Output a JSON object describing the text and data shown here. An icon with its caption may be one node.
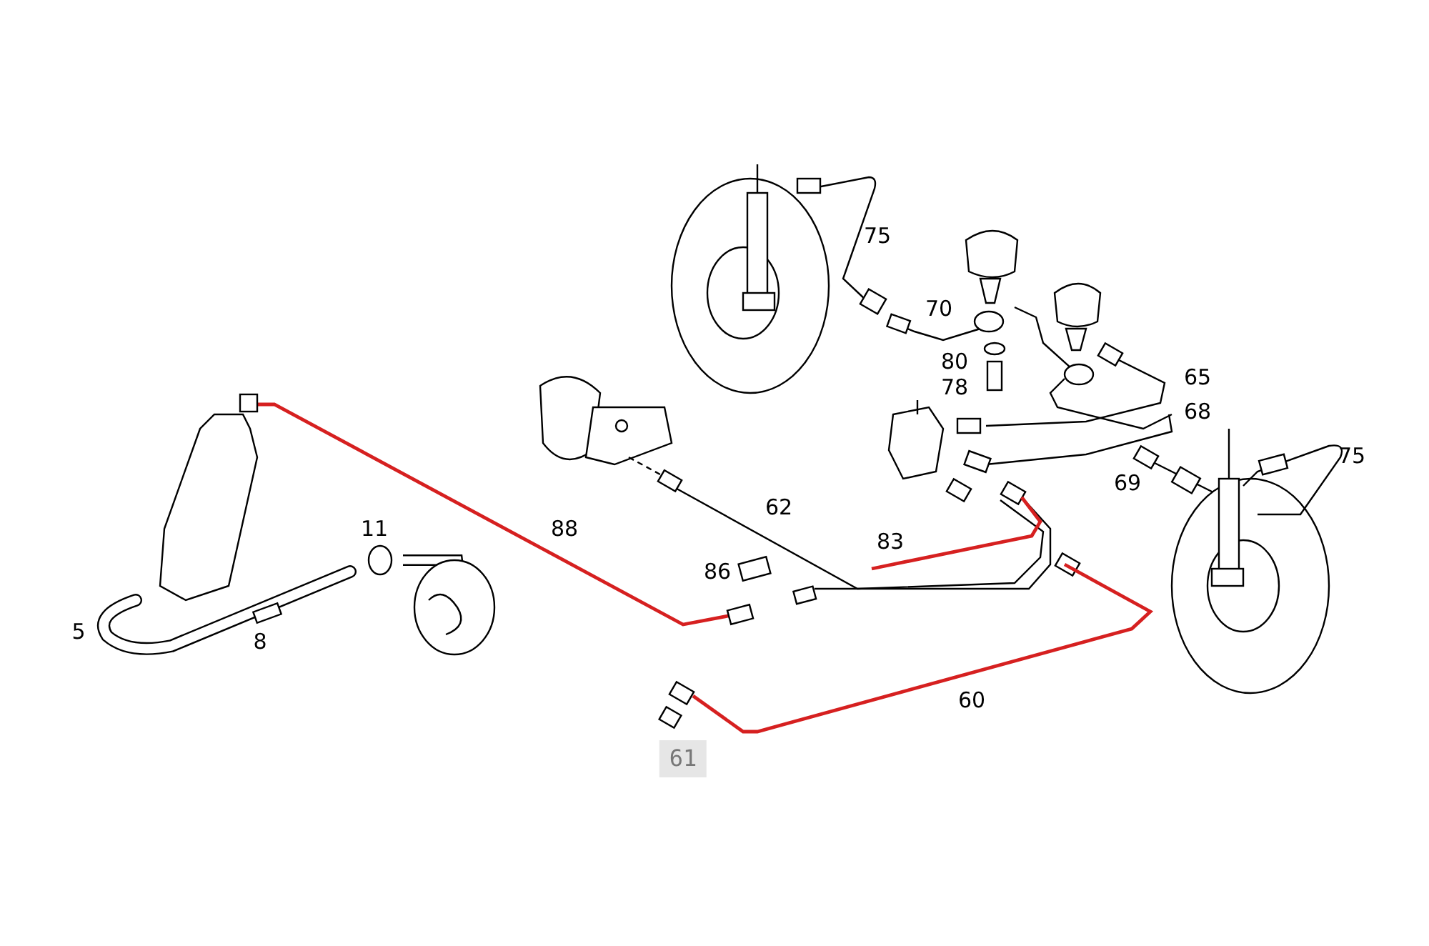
{
  "diagram": {
    "labels": [
      "75",
      "70",
      "80",
      "78",
      "65",
      "68",
      "75",
      "69",
      "11",
      "62",
      "88",
      "83",
      "86",
      "5",
      "8",
      "60",
      "61"
    ]
  }
}
